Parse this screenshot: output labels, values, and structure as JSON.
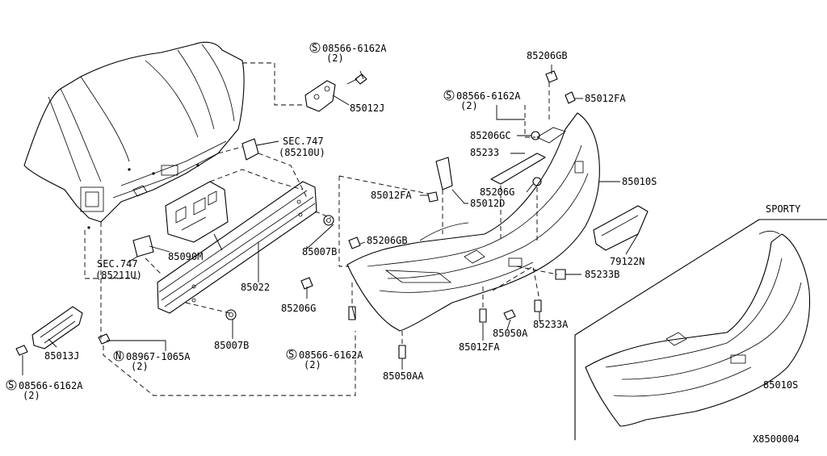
{
  "diagram_id": "X8500004",
  "inset_label": "SPORTY",
  "callouts": [
    {
      "id": "c1",
      "text": "08566-6162A",
      "qty": "(2)",
      "prefix": "S"
    },
    {
      "id": "c2",
      "text": "85012J"
    },
    {
      "id": "c3",
      "text": "SEC.747",
      "sub": "(85210U)"
    },
    {
      "id": "c4",
      "text": "85090M"
    },
    {
      "id": "c5",
      "text": "SEC.747",
      "sub": "(85211U)"
    },
    {
      "id": "c6",
      "text": "85007B"
    },
    {
      "id": "c7",
      "text": "85022"
    },
    {
      "id": "c8",
      "text": "85206G"
    },
    {
      "id": "c9",
      "text": "85007B"
    },
    {
      "id": "c10",
      "text": "08967-1065A",
      "qty": "(2)",
      "prefix": "N"
    },
    {
      "id": "c11",
      "text": "85013J"
    },
    {
      "id": "c12",
      "text": "08566-6162A",
      "qty": "(2)",
      "prefix": "S"
    },
    {
      "id": "c13",
      "text": "08566-6162A",
      "qty": "(2)",
      "prefix": "S"
    },
    {
      "id": "c14",
      "text": "85206GB"
    },
    {
      "id": "c15",
      "text": "08566-6162A",
      "qty": "(2)",
      "prefix": "S"
    },
    {
      "id": "c16",
      "text": "85012FA"
    },
    {
      "id": "c17",
      "text": "85206GC"
    },
    {
      "id": "c18",
      "text": "85233"
    },
    {
      "id": "c19",
      "text": "85206G"
    },
    {
      "id": "c20",
      "text": "85012FA"
    },
    {
      "id": "c21",
      "text": "85012D"
    },
    {
      "id": "c22",
      "text": "85010S"
    },
    {
      "id": "c23",
      "text": "85206GB"
    },
    {
      "id": "c24",
      "text": "79122N"
    },
    {
      "id": "c25",
      "text": "85233B"
    },
    {
      "id": "c26",
      "text": "85233A"
    },
    {
      "id": "c27",
      "text": "85050A"
    },
    {
      "id": "c28",
      "text": "85012FA"
    },
    {
      "id": "c29",
      "text": "85050AA"
    },
    {
      "id": "c30",
      "text": "85010S"
    }
  ]
}
